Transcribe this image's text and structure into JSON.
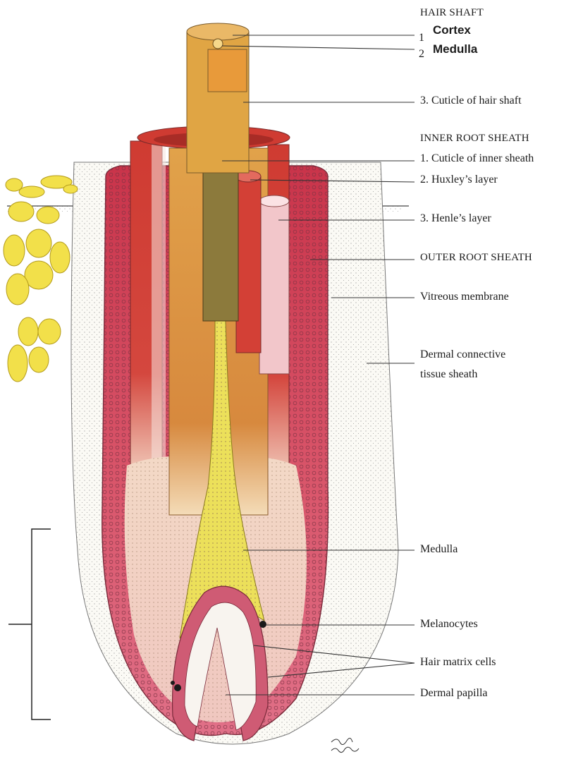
{
  "labels": {
    "hair_shaft": "HAIR SHAFT",
    "cortex_num": "1",
    "cortex": "Cortex",
    "medulla_top_num": "2",
    "medulla_top": "Medulla",
    "cuticle_hair_shaft": "3. Cuticle of hair shaft",
    "inner_root_sheath": "INNER ROOT SHEATH",
    "cuticle_inner_sheath": "1. Cuticle of inner sheath",
    "huxley_layer": "2. Huxley’s layer",
    "henle_layer": "3. Henle’s layer",
    "outer_root_sheath": "OUTER ROOT SHEATH",
    "vitreous_membrane": "Vitreous membrane",
    "dermal_sheath_line1": "Dermal connective",
    "dermal_sheath_line2": "tissue sheath",
    "medulla": "Medulla",
    "melanocytes": "Melanocytes",
    "hair_matrix_cells": "Hair matrix cells",
    "dermal_papilla": "Dermal papilla"
  },
  "colors": {
    "cortex": "#e8a040",
    "cuticle_hair": "#f5e67a",
    "cuticle_inner": "#8a7a3a",
    "huxley": "#d8473a",
    "henle": "#f3c9cc",
    "outer_root": "#d9607a",
    "medulla": "#e8d84a",
    "fat_cells": "#f2e04a"
  }
}
